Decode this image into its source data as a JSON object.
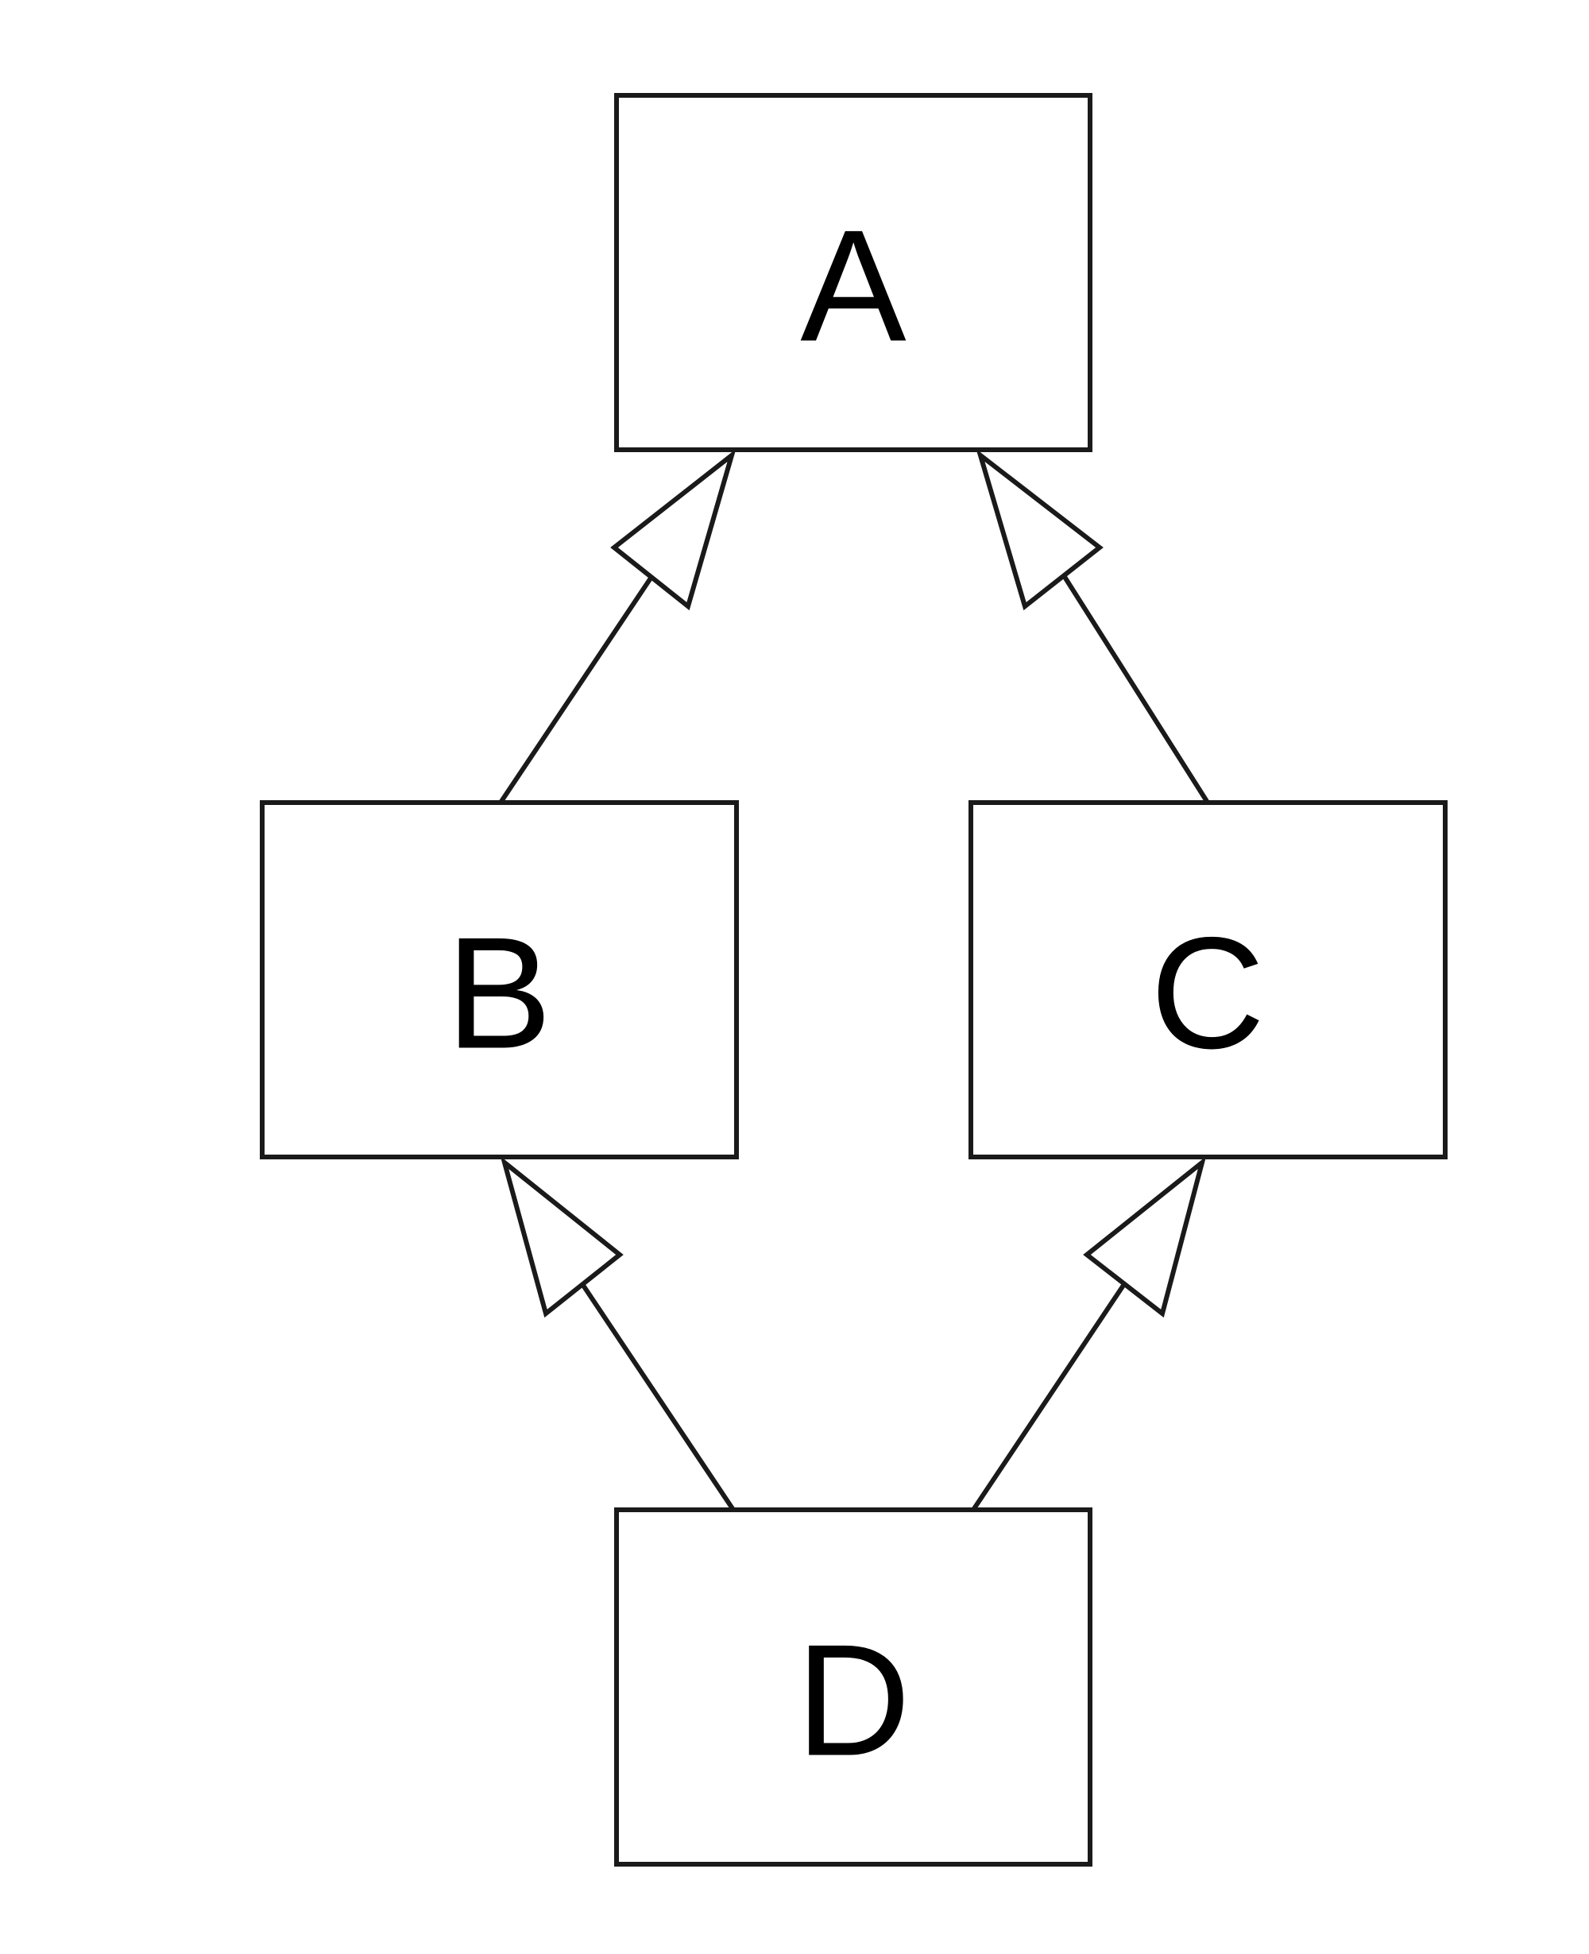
{
  "diagram": {
    "type": "inheritance-diamond",
    "nodes": [
      {
        "id": "A",
        "label": "A"
      },
      {
        "id": "B",
        "label": "B"
      },
      {
        "id": "C",
        "label": "C"
      },
      {
        "id": "D",
        "label": "D"
      }
    ],
    "edges": [
      {
        "from": "B",
        "to": "A",
        "arrow": "hollow-triangle"
      },
      {
        "from": "C",
        "to": "A",
        "arrow": "hollow-triangle"
      },
      {
        "from": "D",
        "to": "B",
        "arrow": "hollow-triangle"
      },
      {
        "from": "D",
        "to": "C",
        "arrow": "hollow-triangle"
      }
    ],
    "colors": {
      "stroke": "#1a1a1a",
      "fill": "#ffffff",
      "text": "#000000"
    }
  }
}
